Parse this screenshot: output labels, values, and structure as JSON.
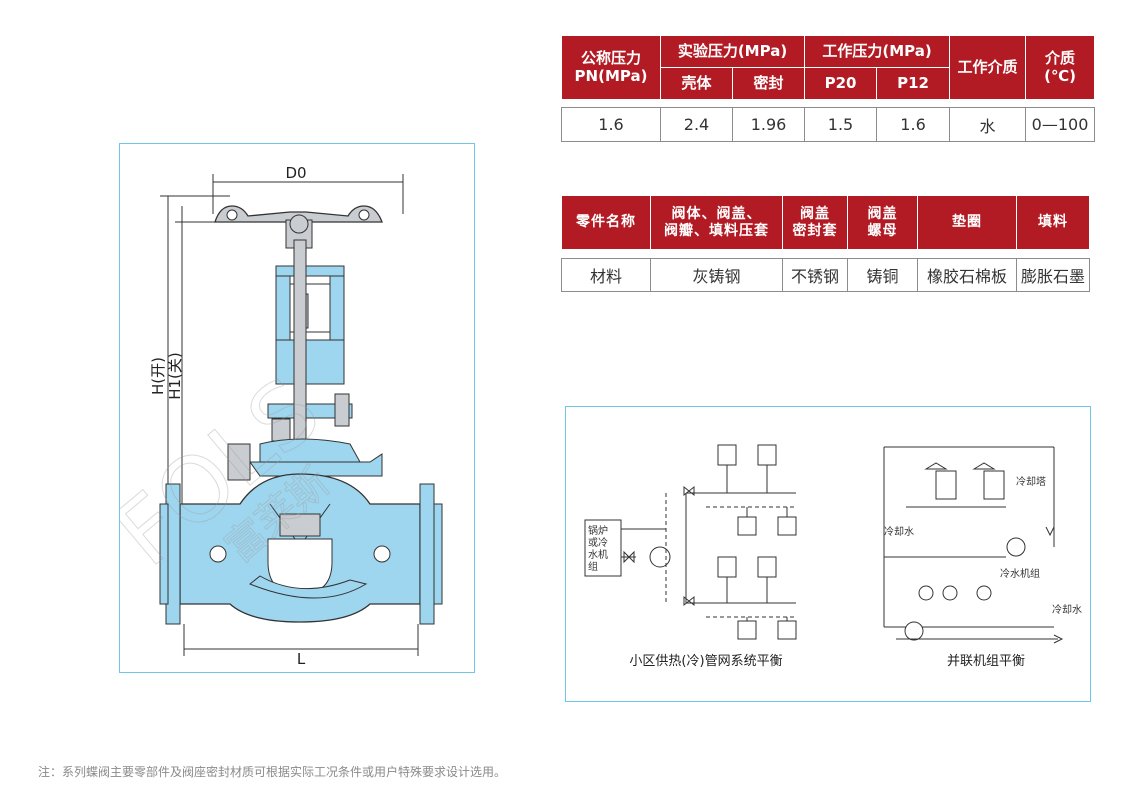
{
  "table1": {
    "headers": {
      "nominal_pressure": [
        "公称压力",
        "PN(MPa)"
      ],
      "test_pressure": "实验压力(MPa)",
      "test_shell": "壳体",
      "test_seal": "密封",
      "working_pressure": "工作压力(MPa)",
      "p20": "P20",
      "p12": "P12",
      "medium": "工作介质",
      "medium_temp": [
        "介质",
        "(℃)"
      ]
    },
    "row": [
      "1.6",
      "2.4",
      "1.96",
      "1.5",
      "1.6",
      "水",
      "0—100"
    ]
  },
  "table2": {
    "headers": {
      "part_name": "零件名称",
      "body": [
        "阀体、阀盖、",
        "阀瓣、填料压套"
      ],
      "cover_seal": [
        "阀盖",
        "密封套"
      ],
      "cover_nut": [
        "阀盖",
        "螺母"
      ],
      "gasket": "垫圈",
      "packing": "填料"
    },
    "row": [
      "材料",
      "灰铸钢",
      "不锈钢",
      "铸铜",
      "橡胶石棉板",
      "膨胀石墨"
    ]
  },
  "drawing": {
    "dim_d0": "D0",
    "dim_h": "H(开)",
    "dim_h1": "H1(关)",
    "dim_l": "L"
  },
  "diagram": {
    "boiler_box": [
      "锅炉",
      "或冷",
      "水机",
      "组"
    ],
    "left_caption": "小区供热(冷)管网系统平衡",
    "right_caption": "并联机组平衡",
    "cooling_tower": "冷却塔",
    "cooling_water_1": "冷却水",
    "chiller": "冷水机组",
    "cooling_water_2": "冷却水"
  },
  "watermark": {
    "latin": "FOLS",
    "chinese": "富莱斯"
  },
  "note": "注：系列蝶阀主要零部件及阀座密封材质可根据实际工况条件或用户特殊要求设计选用。",
  "colors": {
    "header_red": "#b21b24",
    "valve_blue": "#9fd6ef",
    "frame_blue": "#6fc6e6"
  }
}
